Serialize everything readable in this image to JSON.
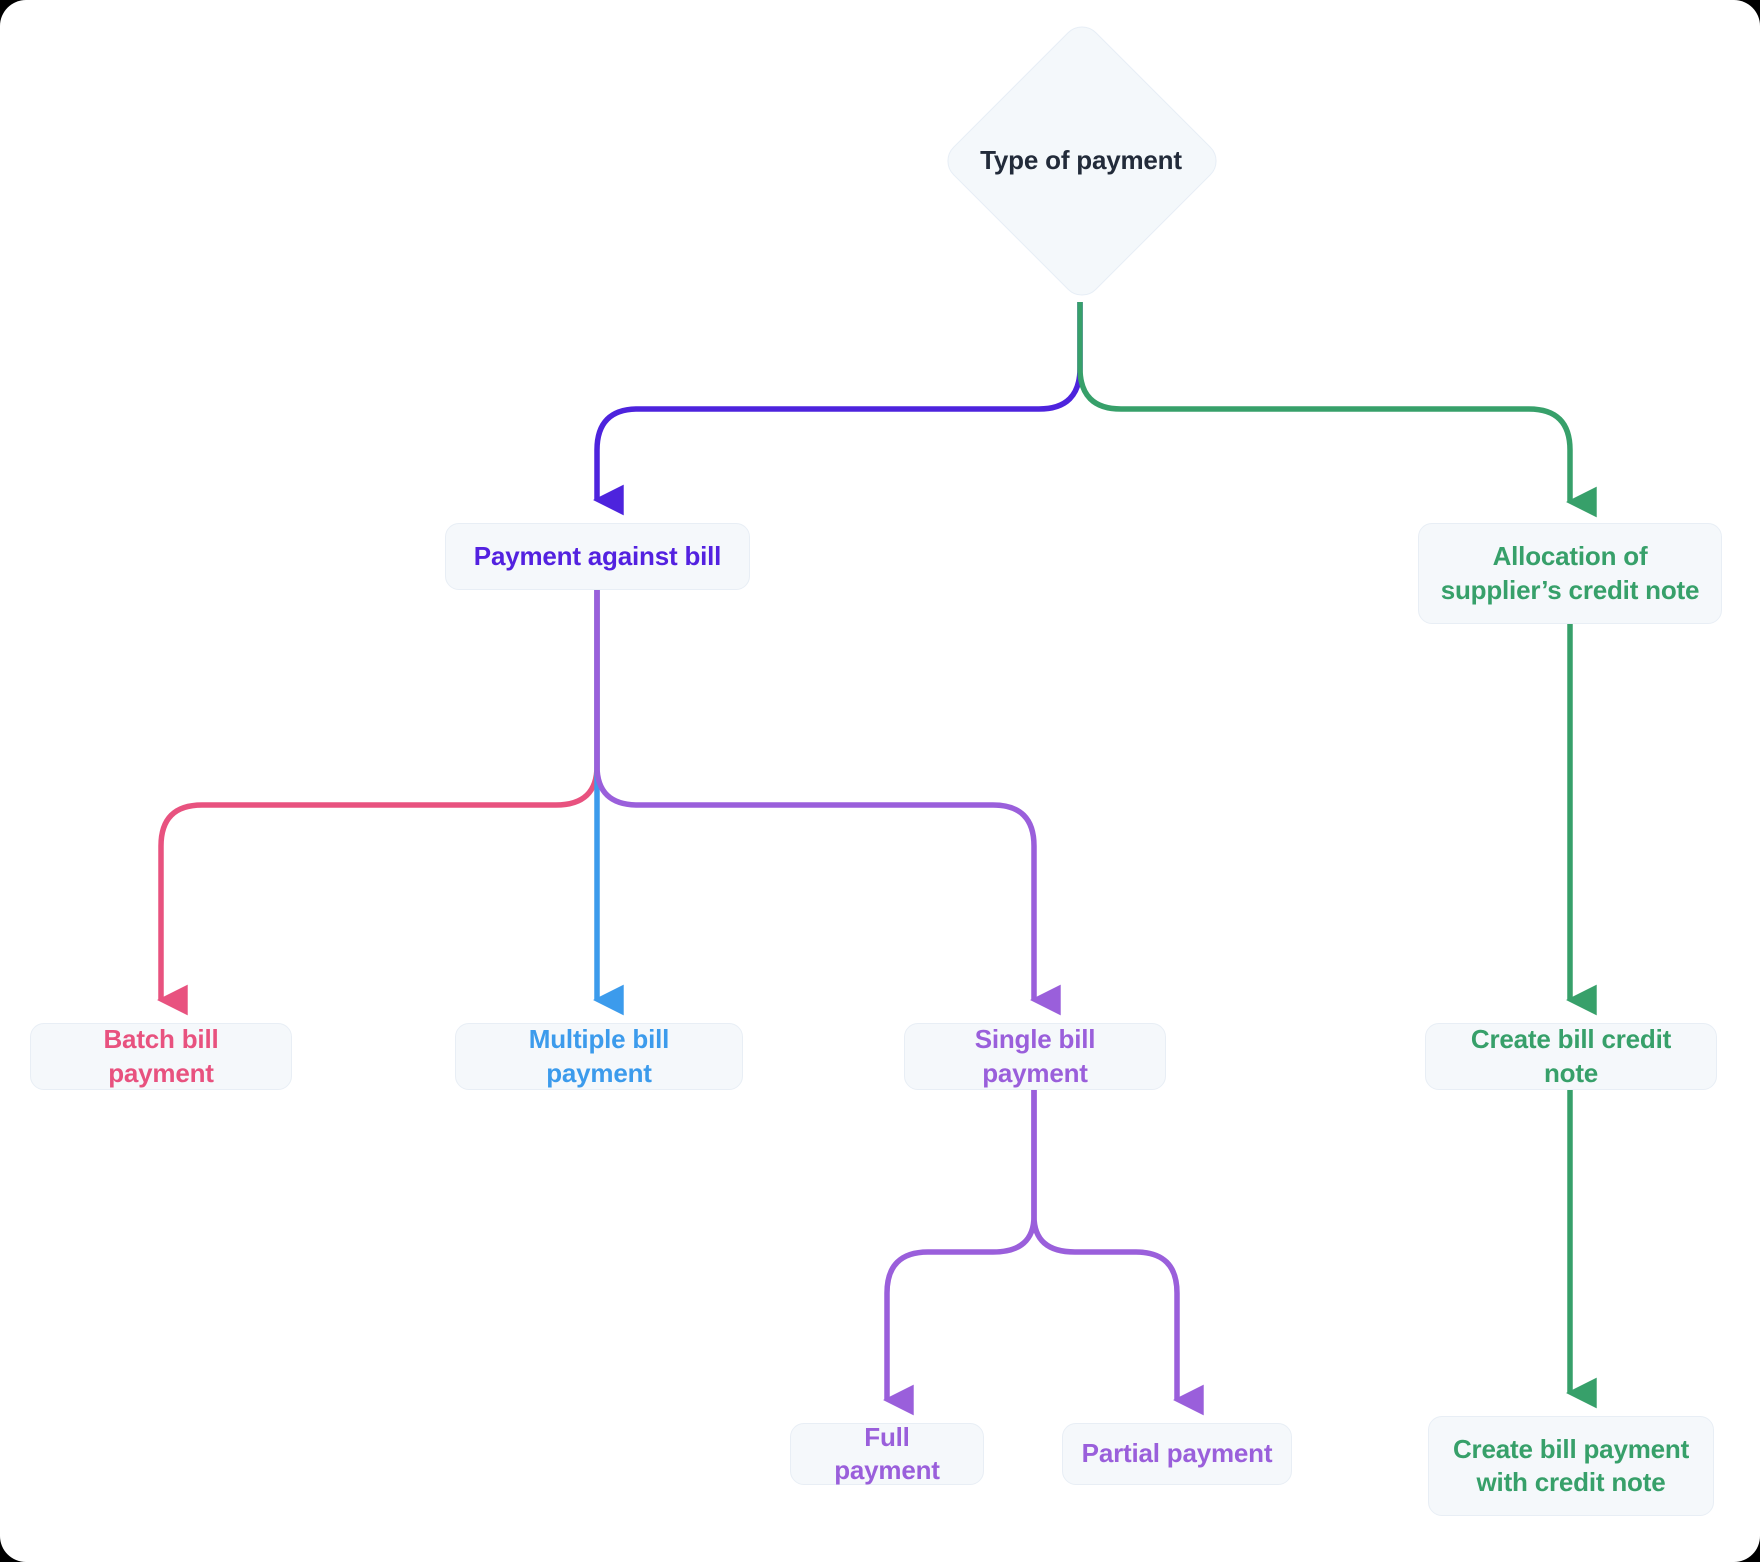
{
  "diagram": {
    "title": "Type of payment",
    "type": "flowchart",
    "background_color": "#ffffff",
    "node_fill": "#f5f8fb",
    "node_border": "#e8eef5",
    "root": {
      "id": "type-of-payment",
      "label": "Type of payment",
      "shape": "diamond",
      "text_color": "#222b3a"
    },
    "nodes": [
      {
        "id": "payment-against-bill",
        "label": "Payment against bill",
        "shape": "rounded-rect",
        "text_color": "#5321e0",
        "level": 1
      },
      {
        "id": "allocation-of-suppliers-credit-note",
        "label": "Allocation of supplier’s credit note",
        "shape": "rounded-rect",
        "text_color": "#37a06a",
        "level": 1
      },
      {
        "id": "batch-bill-payment",
        "label": "Batch bill payment",
        "shape": "rounded-rect",
        "text_color": "#e8527f",
        "level": 2
      },
      {
        "id": "multiple-bill-payment",
        "label": "Multiple bill payment",
        "shape": "rounded-rect",
        "text_color": "#3c9bec",
        "level": 2
      },
      {
        "id": "single-bill-payment",
        "label": "Single bill payment",
        "shape": "rounded-rect",
        "text_color": "#9a5fdb",
        "level": 2
      },
      {
        "id": "create-bill-credit-note",
        "label": "Create bill credit note",
        "shape": "rounded-rect",
        "text_color": "#37a06a",
        "level": 2
      },
      {
        "id": "full-payment",
        "label": "Full payment",
        "shape": "rounded-rect",
        "text_color": "#9a5fdb",
        "level": 3
      },
      {
        "id": "partial-payment",
        "label": "Partial payment",
        "shape": "rounded-rect",
        "text_color": "#9a5fdb",
        "level": 3
      },
      {
        "id": "create-bill-payment-with-credit-note",
        "label": "Create bill payment with credit note",
        "shape": "rounded-rect",
        "text_color": "#37a06a",
        "level": 3
      }
    ],
    "edges": [
      {
        "from": "type-of-payment",
        "to": "payment-against-bill",
        "color": "#4d23dd"
      },
      {
        "from": "type-of-payment",
        "to": "allocation-of-suppliers-credit-note",
        "color": "#37a06a"
      },
      {
        "from": "payment-against-bill",
        "to": "batch-bill-payment",
        "color": "#e8527f"
      },
      {
        "from": "payment-against-bill",
        "to": "multiple-bill-payment",
        "color": "#3c9bec"
      },
      {
        "from": "payment-against-bill",
        "to": "single-bill-payment",
        "color": "#9a5fdb"
      },
      {
        "from": "allocation-of-suppliers-credit-note",
        "to": "create-bill-credit-note",
        "color": "#37a06a"
      },
      {
        "from": "single-bill-payment",
        "to": "full-payment",
        "color": "#9a5fdb"
      },
      {
        "from": "single-bill-payment",
        "to": "partial-payment",
        "color": "#9a5fdb"
      },
      {
        "from": "create-bill-credit-note",
        "to": "create-bill-payment-with-credit-note",
        "color": "#37a06a"
      }
    ]
  }
}
